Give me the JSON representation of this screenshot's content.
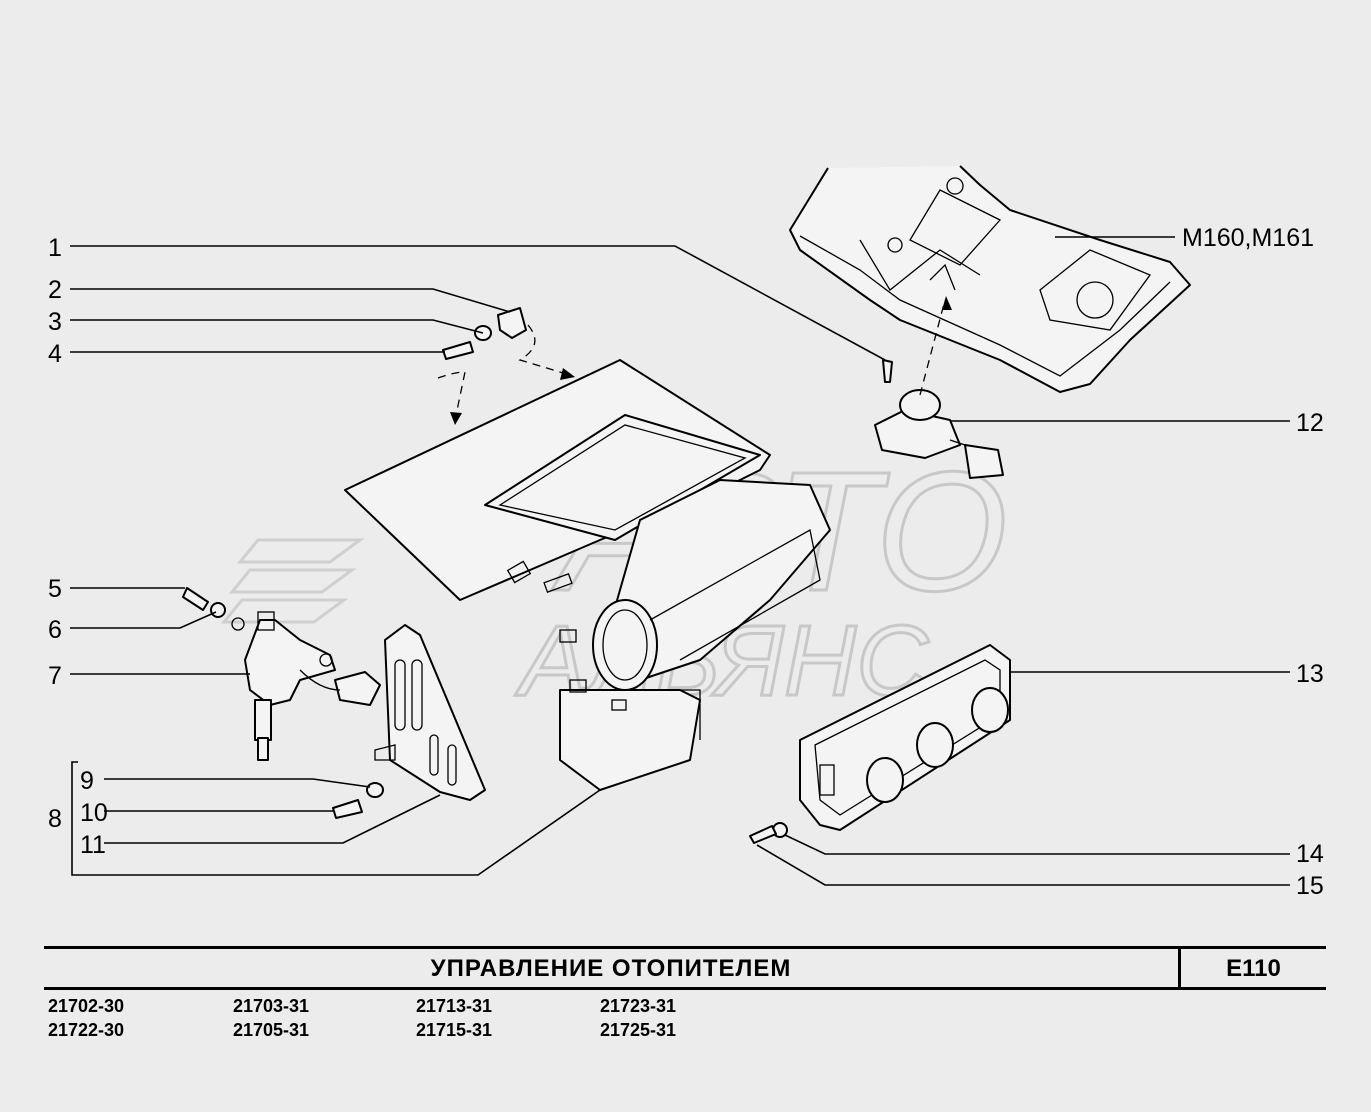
{
  "callouts": {
    "c1": "1",
    "c2": "2",
    "c3": "3",
    "c4": "4",
    "c5": "5",
    "c6": "6",
    "c7": "7",
    "c8": "8",
    "c9": "9",
    "c10": "10",
    "c11": "11",
    "c12": "12",
    "c13": "13",
    "c14": "14",
    "c15": "15",
    "c_m160": "M160,M161"
  },
  "watermark": {
    "line1": "АВТО",
    "line2": "АЛЬЯНС"
  },
  "title_block": {
    "title": "УПРАВЛЕНИЕ  ОТОПИТЕЛЕМ",
    "page_code": "E110"
  },
  "models": {
    "col1": [
      "21702-30",
      "21722-30"
    ],
    "col2": [
      "21703-31",
      "21705-31"
    ],
    "col3": [
      "21713-31",
      "21715-31"
    ],
    "col4": [
      "21723-31",
      "21725-31"
    ]
  }
}
